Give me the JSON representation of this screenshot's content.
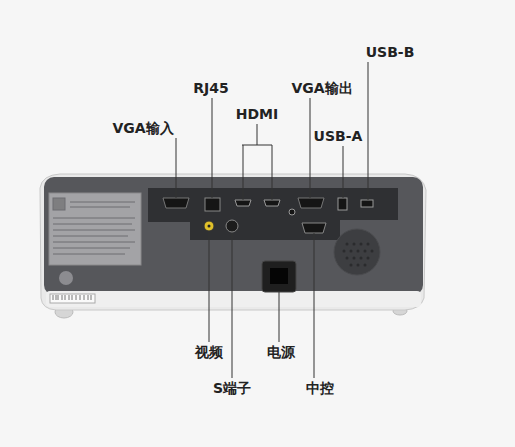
{
  "diagram": {
    "labels": [
      "USB-B",
      "RJ45",
      "VGA输出",
      "HDMI",
      "VGA输入",
      "USB-A",
      "视频",
      "电源",
      "S端子",
      "中控"
    ]
  }
}
